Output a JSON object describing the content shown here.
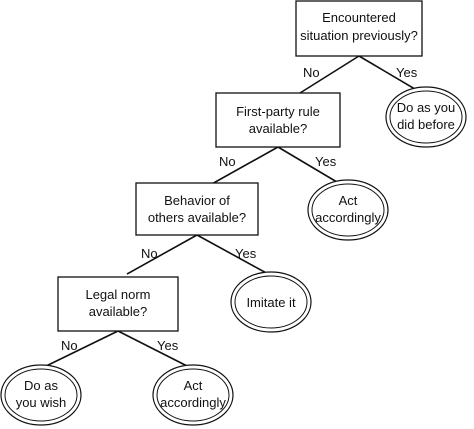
{
  "nodes": {
    "q1": {
      "lines": [
        "Encountered",
        "situation previously?"
      ]
    },
    "q2": {
      "lines": [
        "First-party rule",
        "available?"
      ]
    },
    "q3": {
      "lines": [
        "Behavior of",
        "others available?"
      ]
    },
    "q4": {
      "lines": [
        "Legal norm",
        "available?"
      ]
    },
    "o1": {
      "lines": [
        "Do as you",
        "did before"
      ]
    },
    "o2": {
      "lines": [
        "Act",
        "accordingly"
      ]
    },
    "o3": {
      "lines": [
        "Imitate it"
      ]
    },
    "o4": {
      "lines": [
        "Do as",
        "you wish"
      ]
    },
    "o5": {
      "lines": [
        "Act",
        "accordingly"
      ]
    }
  },
  "edges": {
    "no": "No",
    "yes": "Yes"
  }
}
